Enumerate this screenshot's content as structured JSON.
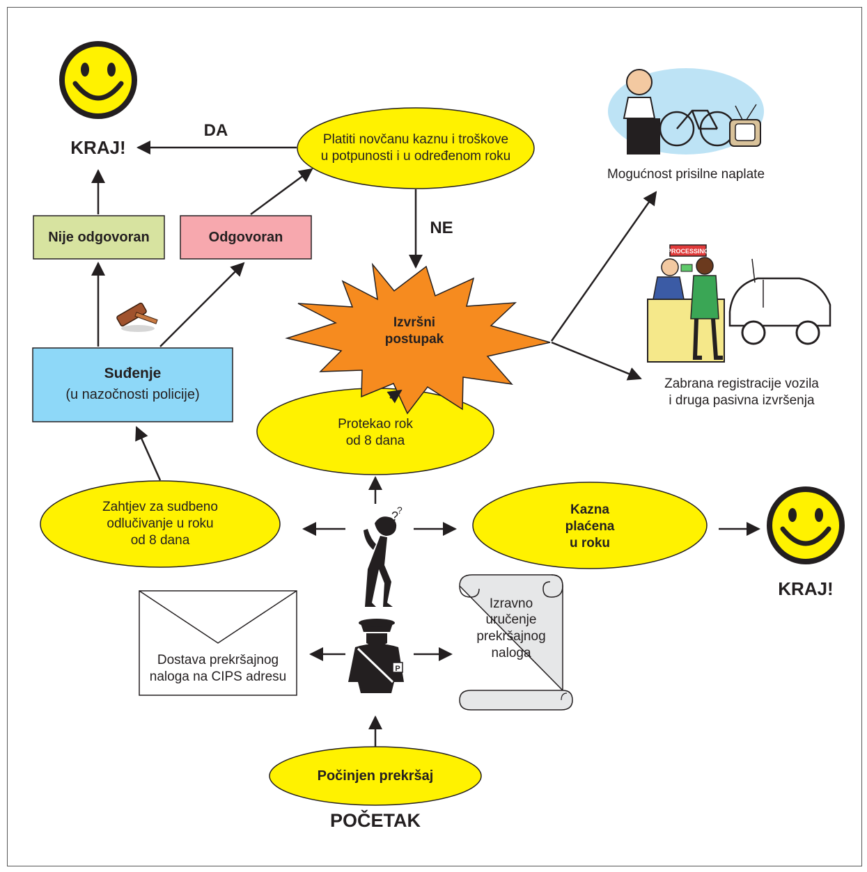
{
  "nodes": {
    "start": "POČETAK",
    "offense": "Počinjen prekršaj",
    "delivery": "Dostava prekršajnog\nnaloga na CIPS adresu",
    "direct": "Izravno\nuručenje\nprekršajnog\nnaloga",
    "request": "Zahtjev za sudbeno\nodlučivanje u roku\nod 8 dana",
    "paid": "Kazna\nplaćena\nu roku",
    "deadline": "Protekao rok\nod 8 dana",
    "trial_title": "Suđenje",
    "trial_sub": "(u nazočnosti policije)",
    "not_liable": "Nije odgovoran",
    "liable": "Odgovoran",
    "pay": "Platiti novčanu kaznu i troškove\nu potpunosti i u određenom roku",
    "execution": "Izvršni\npostupak",
    "forced": "Mogućnost prisilne naplate",
    "ban": "Zabrana registracije vozila\ni druga pasivna izvršenja",
    "end_top": "KRAJ!",
    "end_right": "KRAJ!",
    "yes": "DA",
    "no": "NE",
    "processing_sign": "PROCESSING",
    "badge_letter": "P"
  },
  "colors": {
    "ellipse": "#fff200",
    "trial": "#8ed8f8",
    "not_liable": "#d7e3a0",
    "liable": "#f7a8ae",
    "burst": "#f68b1f",
    "smiley": "#fff200",
    "scroll": "#e6e7e8"
  }
}
